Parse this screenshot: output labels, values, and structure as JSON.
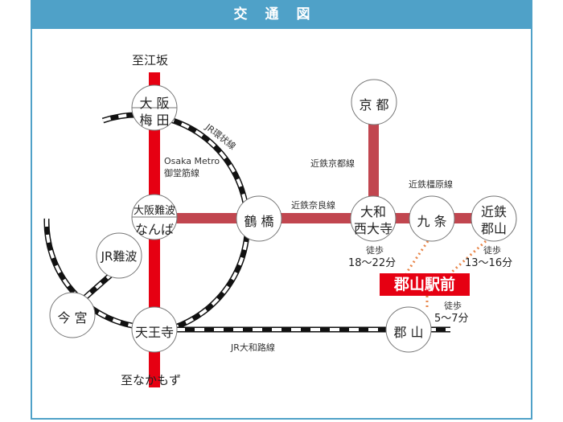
{
  "header": {
    "title": "交通図"
  },
  "colors": {
    "header_bg": "#4fa1c8",
    "metro_line": "#e60012",
    "kintetsu_line": "#c1464f",
    "jr_line": "#111111",
    "destination_bg": "#e60012",
    "walk_dots": "#e8864a"
  },
  "directions": {
    "north": "至江坂",
    "south": "至なかもず"
  },
  "lines": {
    "midosuji": {
      "line1": "Osaka Metro",
      "line2": "御堂筋線"
    },
    "jr_loop": "JR環状線",
    "jr_yamatoji": "JR大和路線",
    "kintetsu_kyoto": "近鉄京都線",
    "kintetsu_nara": "近鉄奈良線",
    "kintetsu_kashihara": "近鉄橿原線"
  },
  "stations": {
    "umeda": {
      "top": "大 阪",
      "bottom": "梅 田"
    },
    "namba": {
      "top": "大阪難波",
      "bottom": "なんば"
    },
    "jr_namba": "JR難波",
    "imamiya": "今 宮",
    "tennoji": "天王寺",
    "tsuruhashi": "鶴 橋",
    "kyoto": "京 都",
    "saidaiji": {
      "top": "大和",
      "bottom": "西大寺"
    },
    "kujo": "九 条",
    "kintetsu_koriyama": {
      "top": "近鉄",
      "bottom": "郡山"
    },
    "jr_koriyama": "郡 山"
  },
  "destination": {
    "label": "郡山駅前"
  },
  "walks": [
    {
      "from": "九条",
      "label": "徒歩",
      "time": "18〜22分"
    },
    {
      "from": "近鉄郡山",
      "label": "徒歩",
      "time": "13〜16分"
    },
    {
      "from": "郡山",
      "label": "徒歩",
      "time": "5〜7分"
    }
  ]
}
